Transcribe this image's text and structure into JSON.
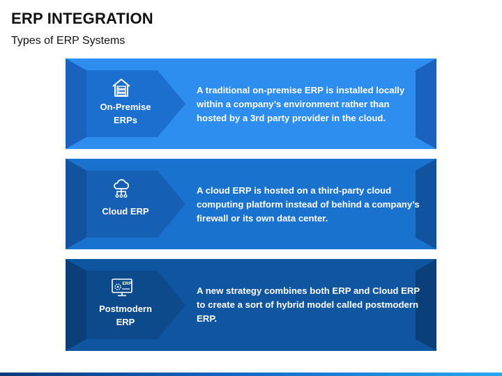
{
  "header": {
    "title": "ERP INTEGRATION",
    "subtitle": "Types of ERP Systems"
  },
  "colors": {
    "row1_main": "#2e8ef0",
    "row1_tab": "#1a6fcf",
    "row2_main": "#1a72cf",
    "row2_tab": "#155fb5",
    "row3_main": "#0f559f",
    "row3_tab": "#0d4a8c",
    "text": "#ffffff"
  },
  "rows": [
    {
      "icon": "server-house-icon",
      "label": "On-Premise ERPs",
      "description": "A traditional on-premise ERP is installed locally within a company’s environment rather than hosted by a 3rd party provider in the cloud."
    },
    {
      "icon": "cloud-network-icon",
      "label": "Cloud ERP",
      "description": "A cloud ERP is hosted on a third-party cloud computing platform instead of behind a company’s firewall or its own data center."
    },
    {
      "icon": "erp-monitor-icon",
      "icon_text": "ERP",
      "label": "Postmodern ERP",
      "description": "A new strategy combines both ERP and Cloud ERP to create a sort of hybrid model called postmodern ERP."
    }
  ]
}
